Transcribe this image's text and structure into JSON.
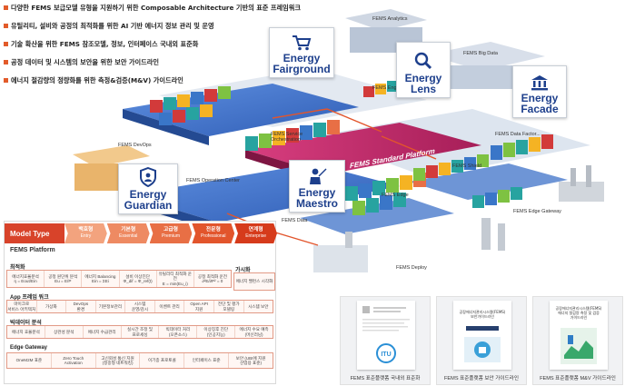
{
  "bullets": [
    "다양한 FEMS 보급모델 유형을 지원하기 위한 Composable Architecture 기반의 표준 프레임워크",
    "유틸리티, 설비와 공정의 최적화를 위한 AI 기반 에너지 정보 관리 및 운영",
    "기술 확산을 위한 FEMS 참조모델, 정보, 인터페이스 국내외 표준화",
    "공정 데이터 및 시스템의 보안을 위한 보안 가이드라인",
    "에너지 절감량의 정량화를 위한 측정&검증(M&V) 가이드라인"
  ],
  "callouts": {
    "fairground": "Energy\nFairground",
    "lens": "Energy\nLens",
    "facade": "Energy\nFacade",
    "maestro": "Energy\nMaestro",
    "guardian": "Energy\nGuardian"
  },
  "icons": {
    "fairground": "shopping-cart-icon",
    "lens": "magnifier-icon",
    "facade": "bank-building-icon",
    "maestro": "conductor-icon",
    "guardian": "shield-person-icon"
  },
  "scene_labels": {
    "analytics": "FEMS Analytics",
    "big_data": "FEMS Big Data",
    "engine": "FEMS Eng...",
    "market_place": "FEMS Market Place",
    "devops": "FEMS DevOps",
    "service_orch": "FEMS Service\nOrchestration",
    "data_factor": "FEMS Data Factor...",
    "standard_platform": "FEMS Standard Platform",
    "shield": "FEMS Shield",
    "operation_center": "FEMS Operation Center",
    "edge": "FEMS Edge",
    "edge_gateway": "FEMS Edge Gateway",
    "fems_data": "FEMS Data",
    "deploy": "FEMS Deploy"
  },
  "model_type": {
    "header": "Model Type",
    "levels": [
      {
        "ko": "백호형",
        "en": "Entry"
      },
      {
        "ko": "기본형",
        "en": "Essential"
      },
      {
        "ko": "고급형",
        "en": "Premium"
      },
      {
        "ko": "전문형",
        "en": "Professional"
      },
      {
        "ko": "연계형",
        "en": "Enterprise"
      }
    ],
    "level_colors": [
      "#f3a37e",
      "#ee8a62",
      "#e86f45",
      "#e2552c",
      "#d63b1b"
    ]
  },
  "platform": {
    "title": "FEMS Platform",
    "sections": [
      {
        "title": "최적화",
        "cells": [
          "에너지효율분석\nη = Eout/Ein",
          "공정 원단위 분석\nEu = E/P",
          "에너지 Balancing\nEin = ΣEi",
          "설비 이상진단\nΦ_dif = Φ_ref(t)",
          "유틸리티 최적화 운전\nE = min(Eu_i)",
          "공정 최적화 운전\n∂²E/∂P² = 0"
        ]
      },
      {
        "title": "App 프레임 워크",
        "cells": [
          "마이크로\n서비스 아키텍처",
          "가상화",
          "DevOps\n환경",
          "기본정보관리",
          "시스템\n운영/감시",
          "이벤트 관리",
          "Open API\n지원",
          "전단 및 평가\n모델링",
          "시스템 보안"
        ]
      },
      {
        "title": "빅데이터 분석",
        "cells": [
          "에너지 효율분석",
          "상관성 분석",
          "에너지 수급관리",
          "실시간 조정 및\n프로세싱",
          "빅데이터 처리\n(오픈소스)",
          "이상징후 진단\n(인공지능)",
          "에너지 수요 예측\n(머신러닝)"
        ]
      },
      {
        "title": "Edge Gateway",
        "cells": [
          "OneM2M 표준",
          "Zero Touch\nActivation",
          "고신뢰성 통신 지원\n(정중형 네트워킹)",
          "이기종 프로토콜",
          "인터페이스 표준",
          "보안 (UBI에 지원\n산업용 표준)"
        ]
      }
    ],
    "side_title": "가시화",
    "side_text": "에너지 밸런스 시각화"
  },
  "docs": [
    {
      "caption": "FEMS 표준플랫폼 국내외 표준화",
      "band": "",
      "header": ""
    },
    {
      "caption": "FEMS 표준플랫폼 보안 가이드라인",
      "band": "",
      "header": "공장에너지관리시스템(FEMS)\n보안가이드라인"
    },
    {
      "caption": "FEMS 표준플랫폼 M&V 가이드라인",
      "band": "",
      "header": "공장에너지관리시스템(FEMS)\n에너지 절감량 측정 및 검증\n가이드라인"
    }
  ],
  "colors": {
    "accent_orange": "#e25b2a",
    "callout_text": "#1d3f8c",
    "platform_magenta": "#c4276a",
    "platform_blue": "#3766b9"
  }
}
